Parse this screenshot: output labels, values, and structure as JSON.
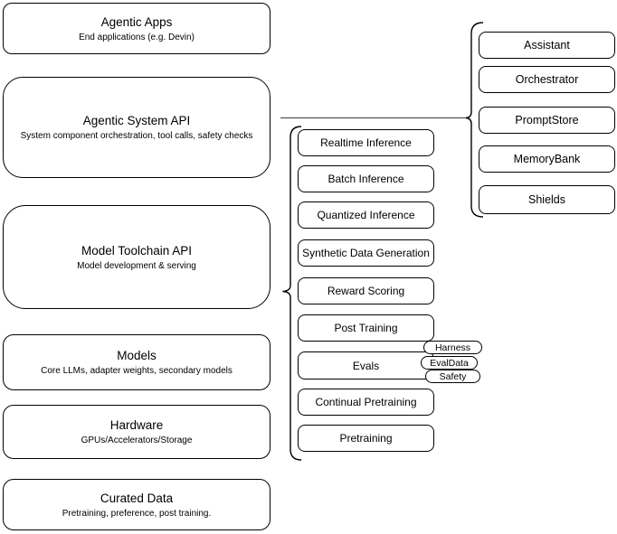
{
  "left_stack": [
    {
      "title": "Agentic Apps",
      "subtitle": "End applications (e.g. Devin)"
    },
    {
      "title": "Agentic System API",
      "subtitle": "System component orchestration, tool calls, safety checks"
    },
    {
      "title": "Model Toolchain API",
      "subtitle": "Model development & serving"
    },
    {
      "title": "Models",
      "subtitle": "Core LLMs, adapter weights, secondary models"
    },
    {
      "title": "Hardware",
      "subtitle": "GPUs/Accelerators/Storage"
    },
    {
      "title": "Curated Data",
      "subtitle": "Pretraining, preference, post training."
    }
  ],
  "toolchain_items": [
    "Realtime Inference",
    "Batch Inference",
    "Quantized Inference",
    "Synthetic Data Generation",
    "Reward Scoring",
    "Post Training",
    "Evals",
    "Continual Pretraining",
    "Pretraining"
  ],
  "eval_tags": [
    "Harness",
    "EvalData",
    "Safety"
  ],
  "system_components": [
    "Assistant",
    "Orchestrator",
    "PromptStore",
    "MemoryBank",
    "Shields"
  ],
  "colors": {
    "stroke": "#000000",
    "background": "#ffffff"
  }
}
